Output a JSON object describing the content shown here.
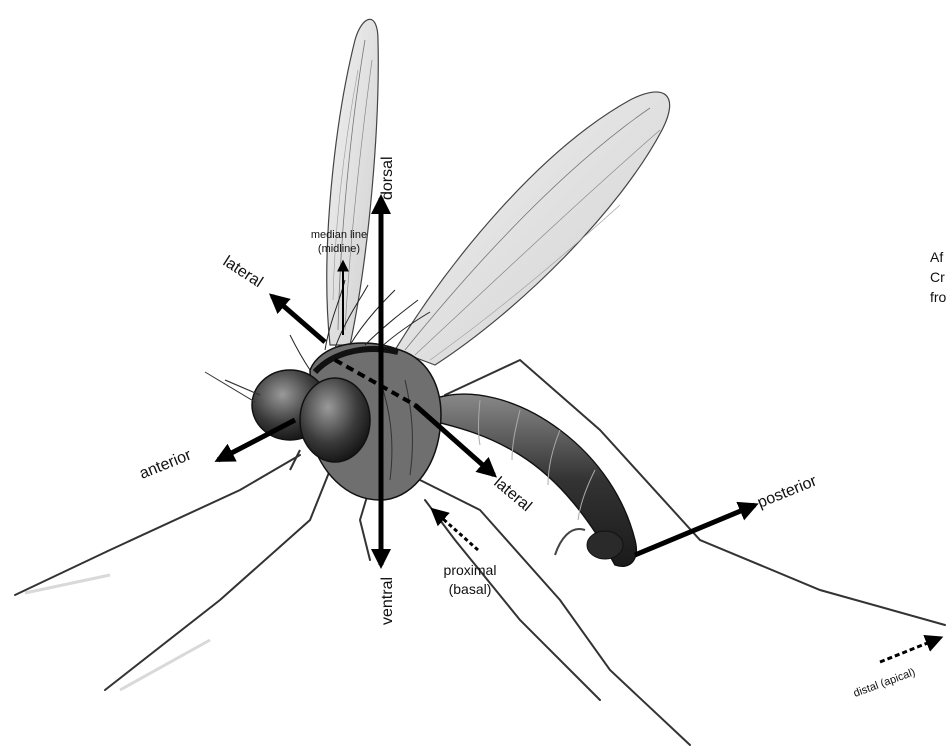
{
  "figure": {
    "subject": "fly (Diptera) in oblique lateral view",
    "labels": {
      "dorsal": "dorsal",
      "ventral": "ventral",
      "median_line": "median line",
      "midline": "(midline)",
      "lateral_upper": "lateral",
      "lateral_lower": "lateral",
      "anterior": "anterior",
      "posterior": "posterior",
      "proximal": "proximal",
      "basal": "(basal)",
      "distal_apical": "distal (apical)"
    },
    "credit": {
      "line1": "Af",
      "line2": "Cr",
      "line3": "fro"
    }
  }
}
